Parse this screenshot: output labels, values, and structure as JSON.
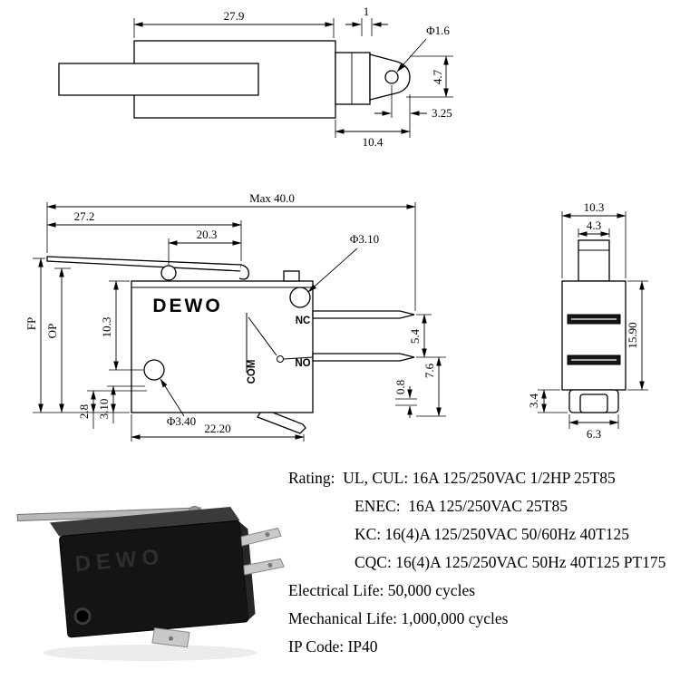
{
  "lever_view": {
    "dim_length": "27.9",
    "dim_tip": "1",
    "dim_hole": "Φ1.6",
    "dim_height": "4.7",
    "dim_offset": "3.25",
    "dim_end": "10.4"
  },
  "front_view": {
    "brand": "DEWO",
    "dim_max_width": "Max  40.0",
    "dim_lever": "27.2",
    "dim_lever_inner": "20.3",
    "dim_top_hole": "Φ3.10",
    "label_fp": "FP",
    "label_op": "OP",
    "dim_hole_top": "10.3",
    "dim_hole_left": "2.8",
    "dim_hole_bottom": "3.10",
    "dim_bottom_hole": "Φ3.40",
    "dim_body_width": "22.20",
    "label_nc": "NC",
    "label_no": "NO",
    "label_com": "COM",
    "dim_nc_no": "5.4",
    "dim_no_com": "7.6",
    "dim_blade": "0.8"
  },
  "side_view": {
    "dim_width": "10.3",
    "dim_plunger": "4.3",
    "dim_height": "15.90",
    "dim_foot_h": "3.4",
    "dim_foot_w": "6.3"
  },
  "photo": {
    "brand": "DEWO"
  },
  "specs": {
    "lines": [
      {
        "text": "Rating:  UL, CUL: 16A 125/250VAC 1/2HP 25T85",
        "indent": false
      },
      {
        "text": "ENEC:  16A 125/250VAC 25T85",
        "indent": true
      },
      {
        "text": "KC: 16(4)A 125/250VAC 50/60Hz 40T125",
        "indent": true
      },
      {
        "text": "CQC: 16(4)A 125/250VAC 50Hz 40T125 PT175",
        "indent": true
      },
      {
        "text": "Electrical Life: 50,000 cycles",
        "indent": false
      },
      {
        "text": "Mechanical Life: 1,000,000 cycles",
        "indent": false
      },
      {
        "text": "IP Code: IP40",
        "indent": false
      }
    ]
  }
}
